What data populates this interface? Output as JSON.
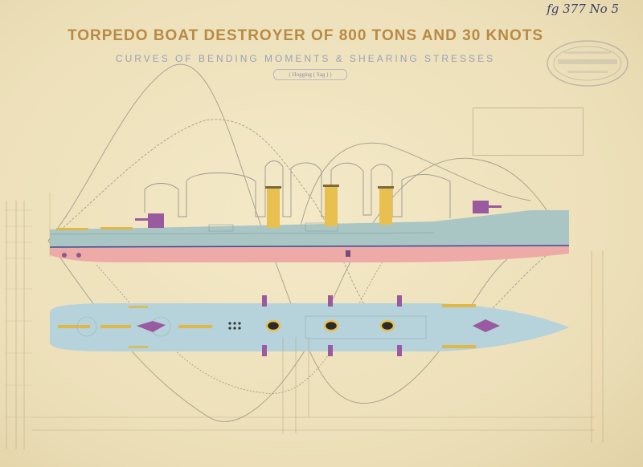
{
  "document": {
    "title": "TORPEDO BOAT DESTROYER OF 800 TONS AND 30 KNOTS",
    "subtitle": "CURVES OF BENDING MOMENTS & SHEARING STRESSES",
    "scale_note": "( Hogging ( Sag ) )",
    "handwritten_ref": "fg 377 No 5"
  },
  "colors": {
    "paper": "#efe3c0",
    "hull_upper": "#a9c6c4",
    "hull_lower": "#eeaaa6",
    "funnel": "#e8c050",
    "deck_plan": "#b6d2da",
    "guns": "#e0b848",
    "torpedo_tubes": "#9a5aa0",
    "curve_ink": "#8a8a80",
    "waterline": "#3a4a9a"
  },
  "icons": {
    "stamp": "oval-institution-stamp",
    "profile": "ship-profile-elevation",
    "plan": "ship-deck-plan"
  }
}
